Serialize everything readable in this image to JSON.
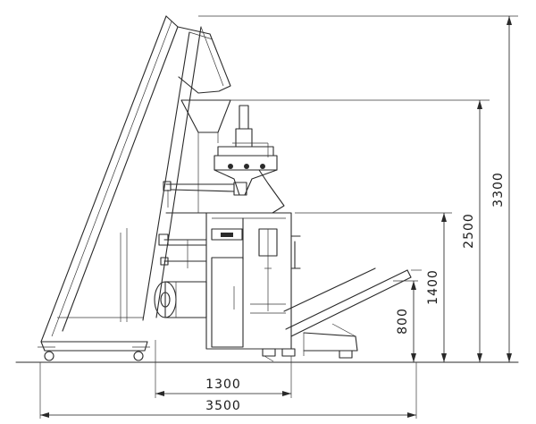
{
  "dimensions": {
    "height_total": "3300",
    "height_hopper": "2500",
    "height_frame": "1400",
    "height_outlet": "800",
    "width_frame": "1300",
    "width_total": "3500"
  }
}
